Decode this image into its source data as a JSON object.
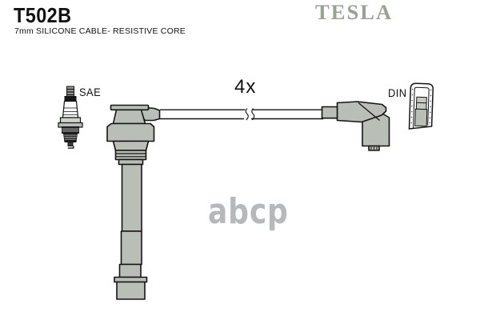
{
  "header": {
    "part_number": "T502B",
    "description": "7mm SILICONE CABLE- RESISTIVE CORE",
    "brand_logo": "TESLA"
  },
  "diagram": {
    "quantity_label": "4x",
    "plug_end_standard": "SAE",
    "distributor_end_standard": "DIN"
  },
  "watermark": {
    "text": "abcp"
  },
  "colors": {
    "background": "#ffffff",
    "outline": "#141414",
    "part_fill": "#b9beb6",
    "brand_gray": "#9aa096",
    "watermark_gray": "#b5b9bc"
  }
}
